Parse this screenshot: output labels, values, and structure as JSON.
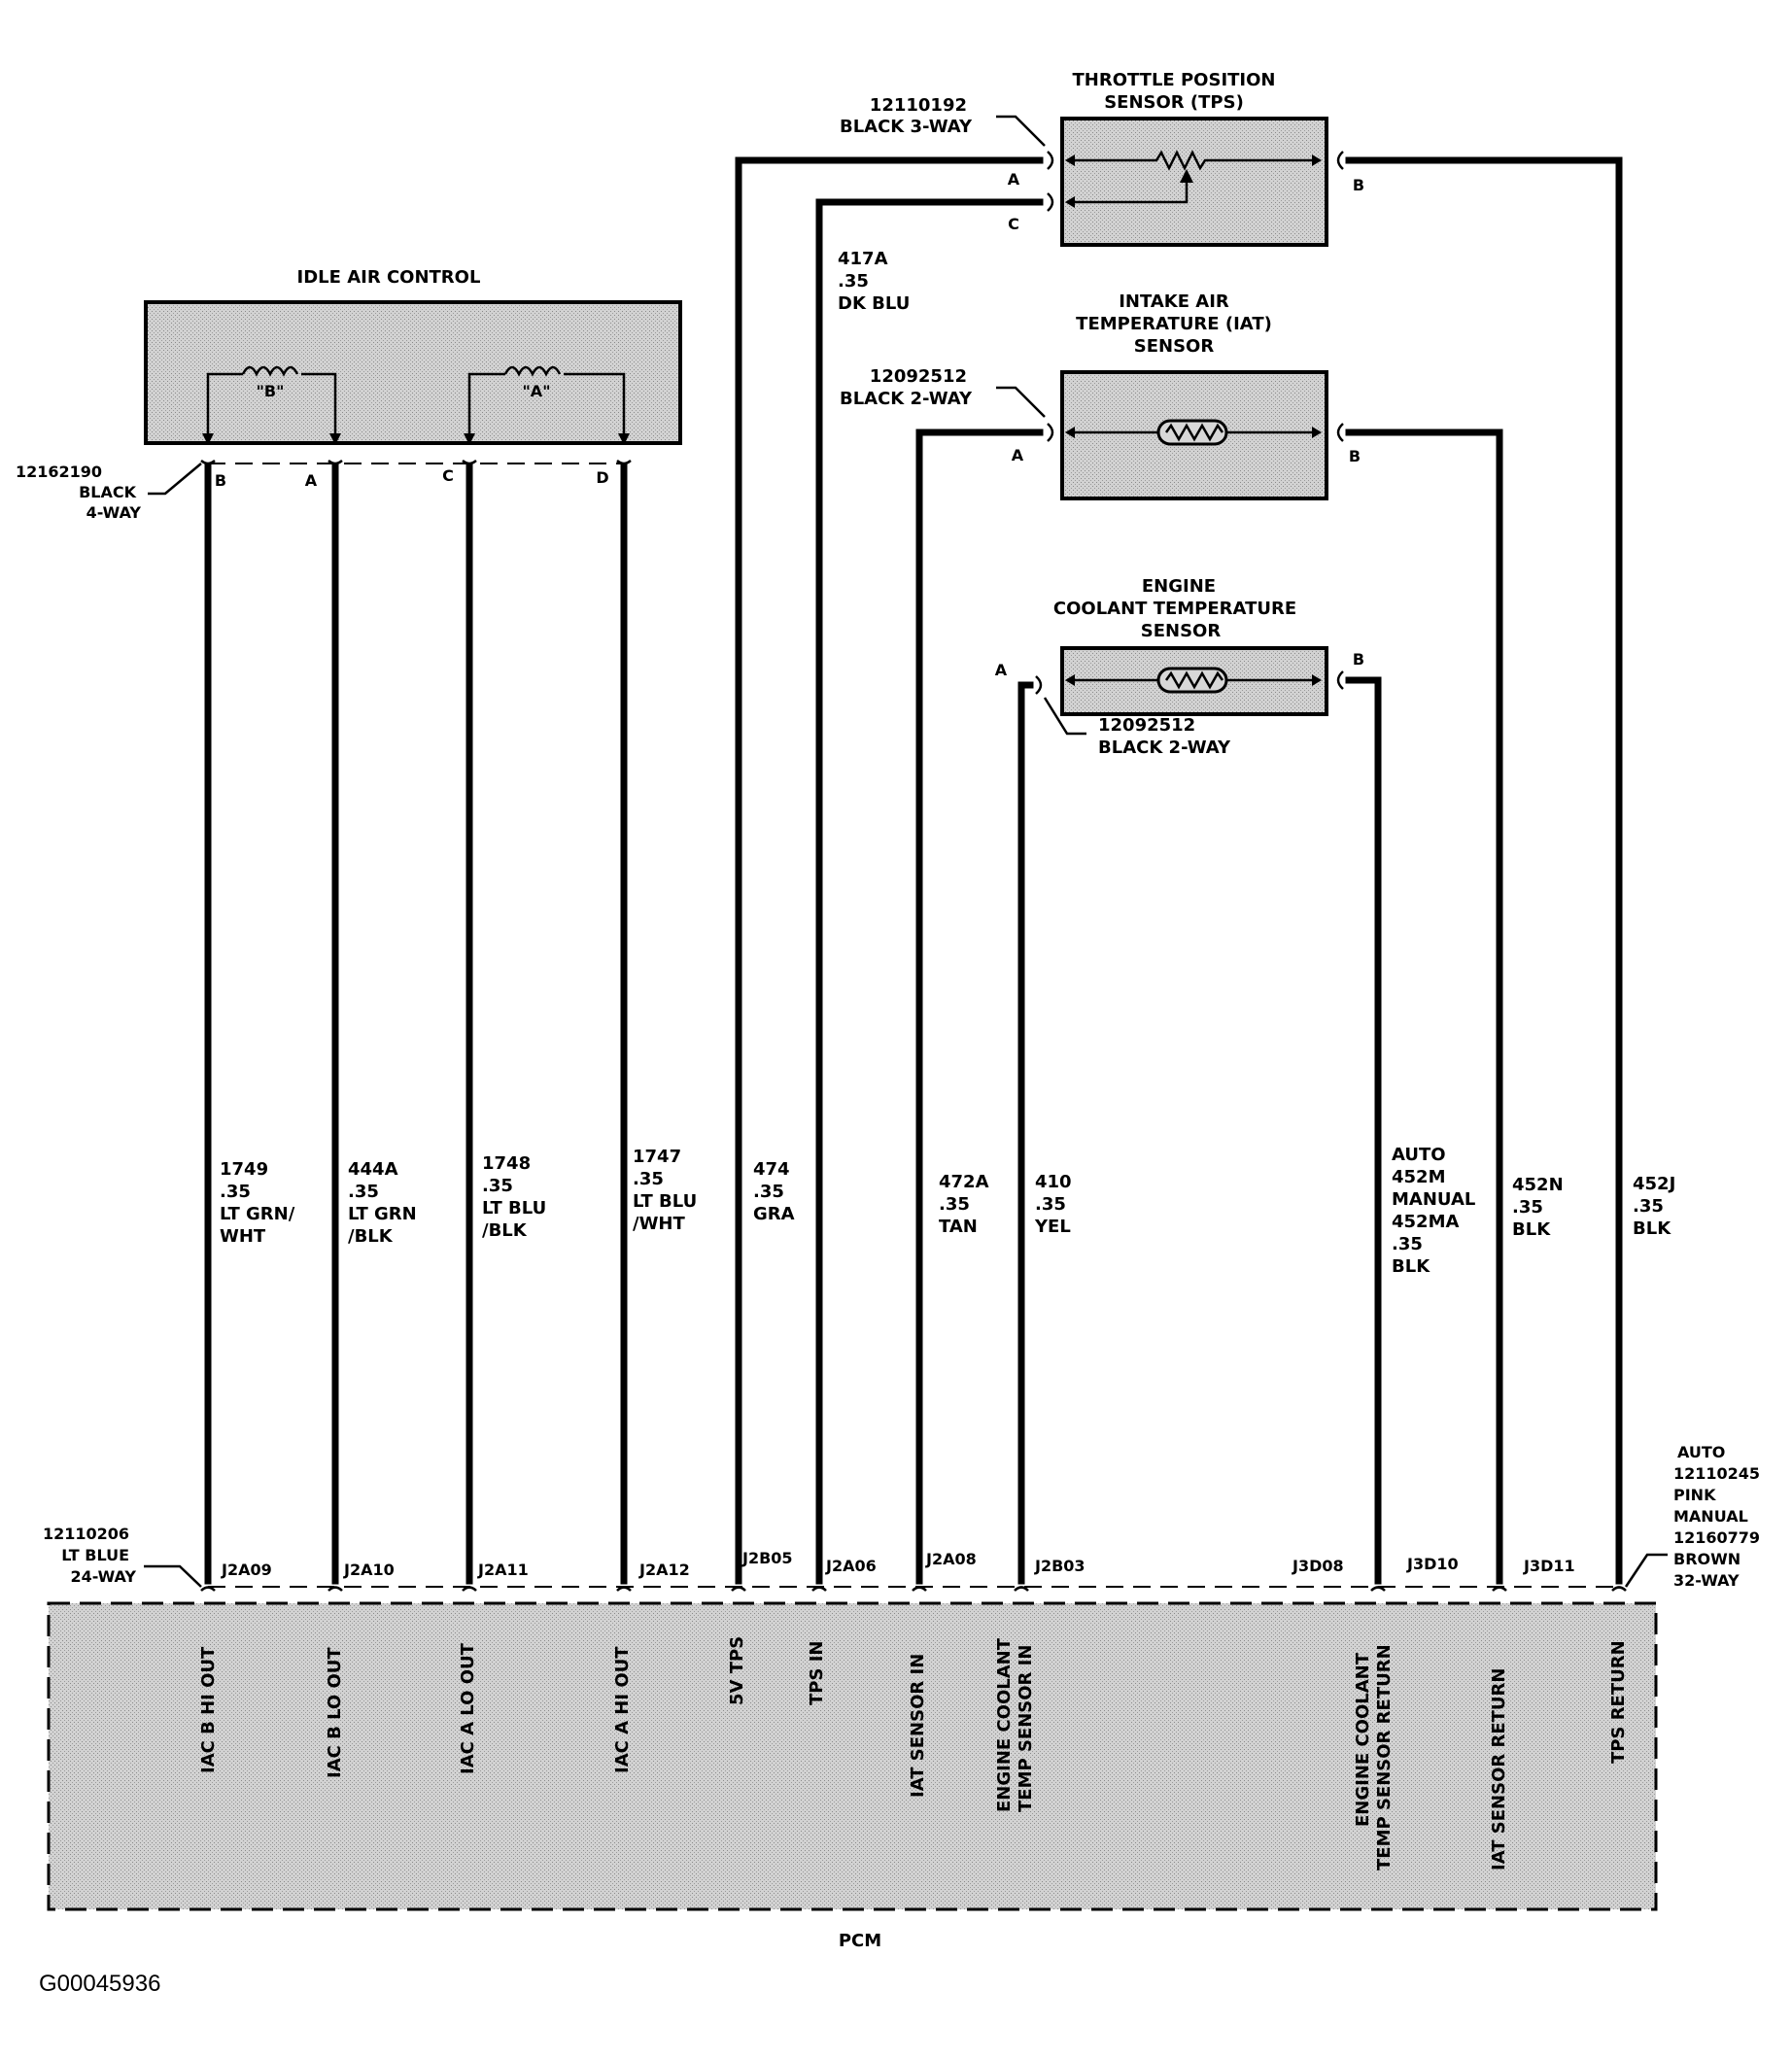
{
  "components": {
    "iac": {
      "title": "IDLE AIR CONTROL",
      "coil_b": "\"B\"",
      "coil_a": "\"A\"",
      "connector": [
        "12162190",
        "BLACK",
        "4-WAY"
      ],
      "pins": [
        "B",
        "A",
        "C",
        "D"
      ]
    },
    "tps": {
      "title": [
        "THROTTLE POSITION",
        "SENSOR (TPS)"
      ],
      "connector": [
        "12110192",
        "BLACK 3-WAY"
      ],
      "pin_a": "A",
      "pin_c": "C",
      "pin_b": "B"
    },
    "iat": {
      "title": [
        "INTAKE AIR",
        "TEMPERATURE (IAT)",
        "SENSOR"
      ],
      "connector": [
        "12092512",
        "BLACK 2-WAY"
      ],
      "pin_a": "A",
      "pin_b": "B"
    },
    "ect": {
      "title": [
        "ENGINE",
        "COOLANT TEMPERATURE",
        "SENSOR"
      ],
      "connector": [
        "12092512",
        "BLACK 2-WAY"
      ],
      "pin_a": "A",
      "pin_b": "B"
    }
  },
  "wires": {
    "w1749": [
      "1749",
      ".35",
      "LT GRN/",
      "WHT"
    ],
    "w444a": [
      "444A",
      ".35",
      "LT GRN",
      "/BLK"
    ],
    "w1748": [
      "1748",
      ".35",
      "LT BLU",
      "/BLK"
    ],
    "w1747": [
      "1747",
      ".35",
      "LT BLU",
      "/WHT"
    ],
    "w474": [
      "474",
      ".35",
      "GRA"
    ],
    "w417a": [
      "417A",
      ".35",
      "DK BLU"
    ],
    "w472a": [
      "472A",
      ".35",
      "TAN"
    ],
    "w410": [
      "410",
      ".35",
      "YEL"
    ],
    "w452m": [
      "AUTO",
      "452M",
      "MANUAL",
      "452MA",
      ".35",
      "BLK"
    ],
    "w452n": [
      "452N",
      ".35",
      "BLK"
    ],
    "w452j": [
      "452J",
      ".35",
      "BLK"
    ]
  },
  "pcm": {
    "label": "PCM",
    "left_connector": [
      "12110206",
      "LT BLUE",
      "24-WAY"
    ],
    "right_connector": [
      "AUTO",
      "12110245",
      "PINK",
      "MANUAL",
      "12160779",
      "BROWN",
      "32-WAY"
    ],
    "pins": [
      "J2A09",
      "J2A10",
      "J2A11",
      "J2A12",
      "J2B05",
      "J2A06",
      "J2A08",
      "J2B03",
      "J3D08",
      "J3D10",
      "J3D11"
    ],
    "functions": {
      "iac_b_hi": [
        "IAC B HI OUT"
      ],
      "iac_b_lo": [
        "IAC B LO OUT"
      ],
      "iac_a_lo": [
        "IAC A LO OUT"
      ],
      "iac_a_hi": [
        "IAC A HI OUT"
      ],
      "v5_tps": [
        "5V TPS"
      ],
      "tps_in": [
        "TPS IN"
      ],
      "iat_in": [
        "IAT SENSOR IN"
      ],
      "ect_in": [
        "ENGINE COOLANT",
        "TEMP SENSOR IN"
      ],
      "ect_ret": [
        "ENGINE COOLANT",
        "TEMP SENSOR RETURN"
      ],
      "iat_ret": [
        "IAT SENSOR RETURN"
      ],
      "tps_ret": [
        "TPS RETURN"
      ]
    }
  },
  "figure_id": "G00045936"
}
